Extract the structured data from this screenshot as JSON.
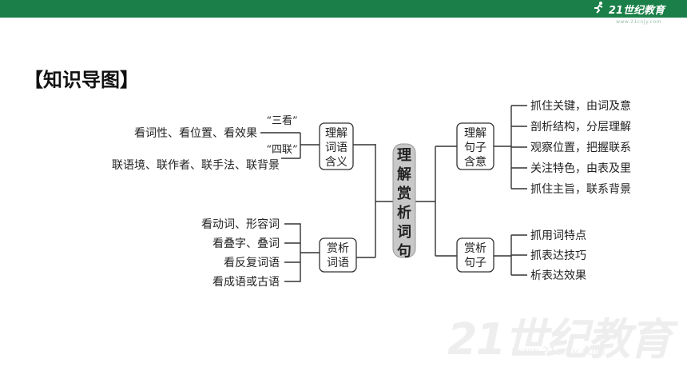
{
  "header": {
    "logo_text": "21世纪教育",
    "logo_url_text": "www.21cnjy.com"
  },
  "title": "【知识导图】",
  "diagram": {
    "center": "理解赏析词句",
    "left_top_box": [
      "理解",
      "词语",
      "含义"
    ],
    "left_top_groups": [
      {
        "tag": "“三看”",
        "text": "看词性、看位置、看效果"
      },
      {
        "tag": "“四联”",
        "text": "联语境、联作者、联手法、联背景"
      }
    ],
    "left_bottom_box": [
      "赏析",
      "词语"
    ],
    "left_bottom_items": [
      "看动词、形容词",
      "看叠字、叠词",
      "看反复词语",
      "看成语或古语"
    ],
    "right_top_box": [
      "理解",
      "句子",
      "含意"
    ],
    "right_top_items": [
      "抓住关键，由词及意",
      "剖析结构，分层理解",
      "观察位置，把握联系",
      "关注特色，由表及里",
      "抓住主旨，联系背景"
    ],
    "right_bottom_box": [
      "赏析",
      "句子"
    ],
    "right_bottom_items": [
      "抓用词特点",
      "抓表达技巧",
      "析表达效果"
    ]
  },
  "watermark": {
    "text": "21世纪教育",
    "sub": "www.21cnjy.com"
  },
  "colors": {
    "topbar": "#1a7f48",
    "center_fill": "#c8c8c8",
    "line": "#333333"
  }
}
